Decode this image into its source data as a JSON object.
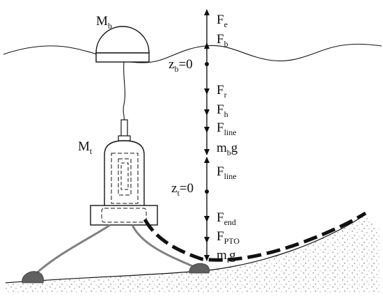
{
  "labels": {
    "buoy_mass": {
      "main": "M",
      "sub": "b"
    },
    "tank_mass": {
      "main": "M",
      "sub": "t"
    },
    "zb": {
      "main": "z",
      "sub": "b",
      "tail": "=0"
    },
    "zt": {
      "main": "z",
      "sub": "t",
      "tail": "=0"
    },
    "forces_upper": [
      {
        "main": "F",
        "sub": "e",
        "tail": ""
      },
      {
        "main": "F",
        "sub": "b",
        "tail": ""
      },
      {
        "main": "F",
        "sub": "r",
        "tail": ""
      },
      {
        "main": "F",
        "sub": "h",
        "tail": ""
      },
      {
        "main": "F",
        "sub": "line",
        "tail": ""
      },
      {
        "main": "m",
        "sub": "b",
        "tail": "g"
      }
    ],
    "forces_lower": [
      {
        "main": "F",
        "sub": "line",
        "tail": ""
      },
      {
        "main": "F",
        "sub": "end",
        "tail": ""
      },
      {
        "main": "F",
        "sub": "PTO",
        "tail": ""
      },
      {
        "main": "m",
        "sub": "t",
        "tail": "g"
      }
    ]
  },
  "colors": {
    "ink": "#111111",
    "anchor": "#606060",
    "mooring": "#808080",
    "sand": "#555555"
  }
}
